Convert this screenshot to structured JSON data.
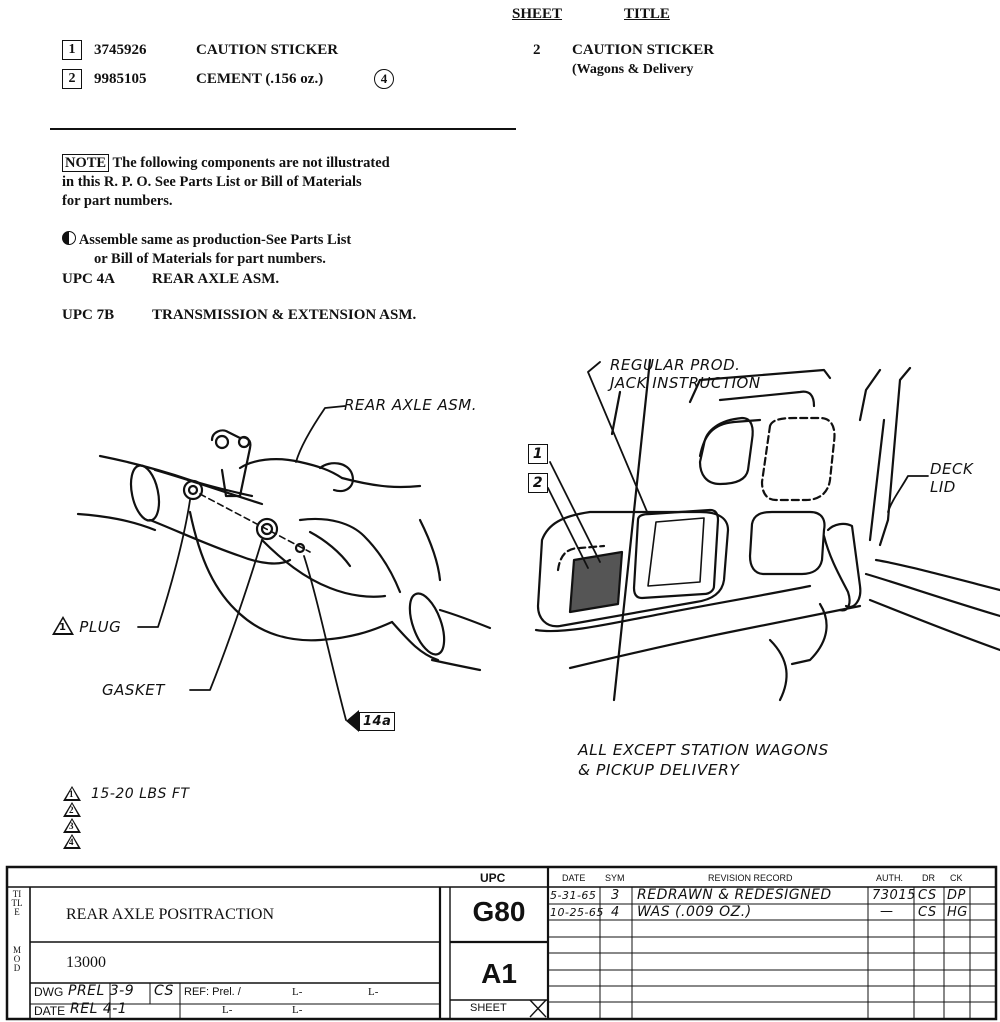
{
  "header": {
    "sheet_col": "SHEET",
    "title_col": "TITLE"
  },
  "parts": [
    {
      "num": "1",
      "part_no": "3745926",
      "desc": "CAUTION STICKER"
    },
    {
      "num": "2",
      "part_no": "9985105",
      "desc": "CEMENT (.156 oz.)",
      "flag": "4"
    }
  ],
  "sheet_entry": {
    "sheet": "2",
    "title_line1": "CAUTION STICKER",
    "title_line2": "(Wagons & Delivery"
  },
  "note": {
    "label": "NOTE",
    "text1": "The following components are not illustrated",
    "text2": "in this R. P. O.  See Parts List or Bill of Materials",
    "text3": "for part numbers."
  },
  "assemble": {
    "line1": "Assemble same as production-See Parts List",
    "line2": "or Bill of Materials for part numbers."
  },
  "upc_items": [
    {
      "code": "UPC 4A",
      "desc": "REAR AXLE ASM."
    },
    {
      "code": "UPC 7B",
      "desc": "TRANSMISSION & EXTENSION ASM."
    }
  ],
  "left_figure": {
    "rear_axle": "REAR AXLE ASM.",
    "plug": "PLUG",
    "plug_flag": "1",
    "gasket": "GASKET",
    "ref_tag": "14a"
  },
  "right_figure": {
    "regular_prod_1": "REGULAR PROD.",
    "regular_prod_2": "JACK INSTRUCTION",
    "deck_1": "DECK",
    "deck_2": "LID",
    "callout_1": "1",
    "callout_2": "2",
    "caption_1": "ALL EXCEPT STATION WAGONS",
    "caption_2": "& PICKUP DELIVERY"
  },
  "torque_notes": [
    {
      "flag": "1",
      "text": "15-20 LBS FT"
    },
    {
      "flag": "2",
      "text": ""
    },
    {
      "flag": "3",
      "text": ""
    },
    {
      "flag": "4",
      "text": ""
    }
  ],
  "title_block": {
    "side_label_1": "TITLE",
    "side_label_2": "MOD",
    "title": "REAR AXLE POSITRACTION",
    "model": "13000",
    "dwg_label": "DWG",
    "dwg_value": "PREL 3-9",
    "dwg_init": "CS",
    "date_label": "DATE",
    "date_value": "REL 4-1",
    "ref_label": "REF: Prel. /",
    "l1": "L-",
    "l2": "L-",
    "l3": "L-",
    "l4": "L-",
    "upc_label": "UPC",
    "upc_code": "G80",
    "sheet_code": "A1",
    "sheet_label": "SHEET",
    "rev_headers": {
      "date": "DATE",
      "sym": "SYM",
      "record": "REVISION RECORD",
      "auth": "AUTH.",
      "dr": "DR",
      "ck": "CK"
    },
    "revisions": [
      {
        "date": "5-31-65",
        "sym": "3",
        "record": "REDRAWN & REDESIGNED",
        "auth": "73015",
        "dr": "CS",
        "ck": "DP"
      },
      {
        "date": "10-25-65",
        "sym": "4",
        "record": "WAS (.009 OZ.)",
        "auth": "—",
        "dr": "CS",
        "ck": "HG"
      }
    ]
  }
}
